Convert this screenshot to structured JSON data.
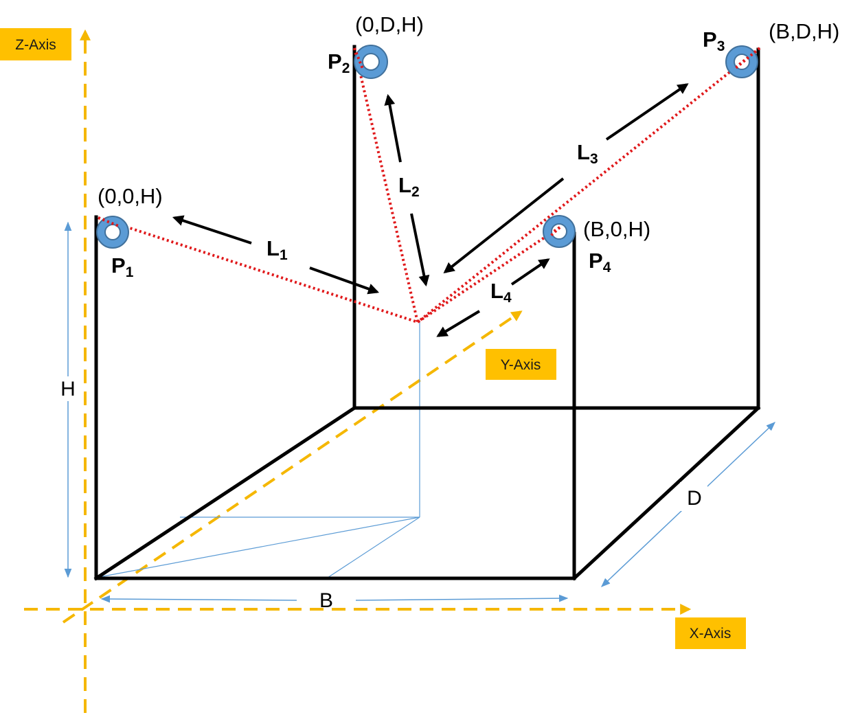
{
  "colors": {
    "frame": "#000000",
    "cable": "#e0191b",
    "axis": "#f5b700",
    "axis_label_bg": "#ffc000",
    "dimension": "#5b9bd5",
    "pulley_fill": "#5b9bd5",
    "pulley_stroke": "#41719c",
    "force_arrow": "#000000"
  },
  "axes": {
    "z": "Z-Axis",
    "x": "X-Axis",
    "y": "Y-Axis"
  },
  "points": [
    {
      "name": "P",
      "sub": "1",
      "coord": "(0,0,H)"
    },
    {
      "name": "P",
      "sub": "2",
      "coord": "(0,D,H)"
    },
    {
      "name": "P",
      "sub": "3",
      "coord": "(B,D,H)"
    },
    {
      "name": "P",
      "sub": "4",
      "coord": "(B,0,H)"
    }
  ],
  "cables": [
    {
      "name": "L",
      "sub": "1"
    },
    {
      "name": "L",
      "sub": "2"
    },
    {
      "name": "L",
      "sub": "3"
    },
    {
      "name": "L",
      "sub": "4"
    }
  ],
  "dimensions": {
    "height": "H",
    "width": "B",
    "depth": "D"
  }
}
